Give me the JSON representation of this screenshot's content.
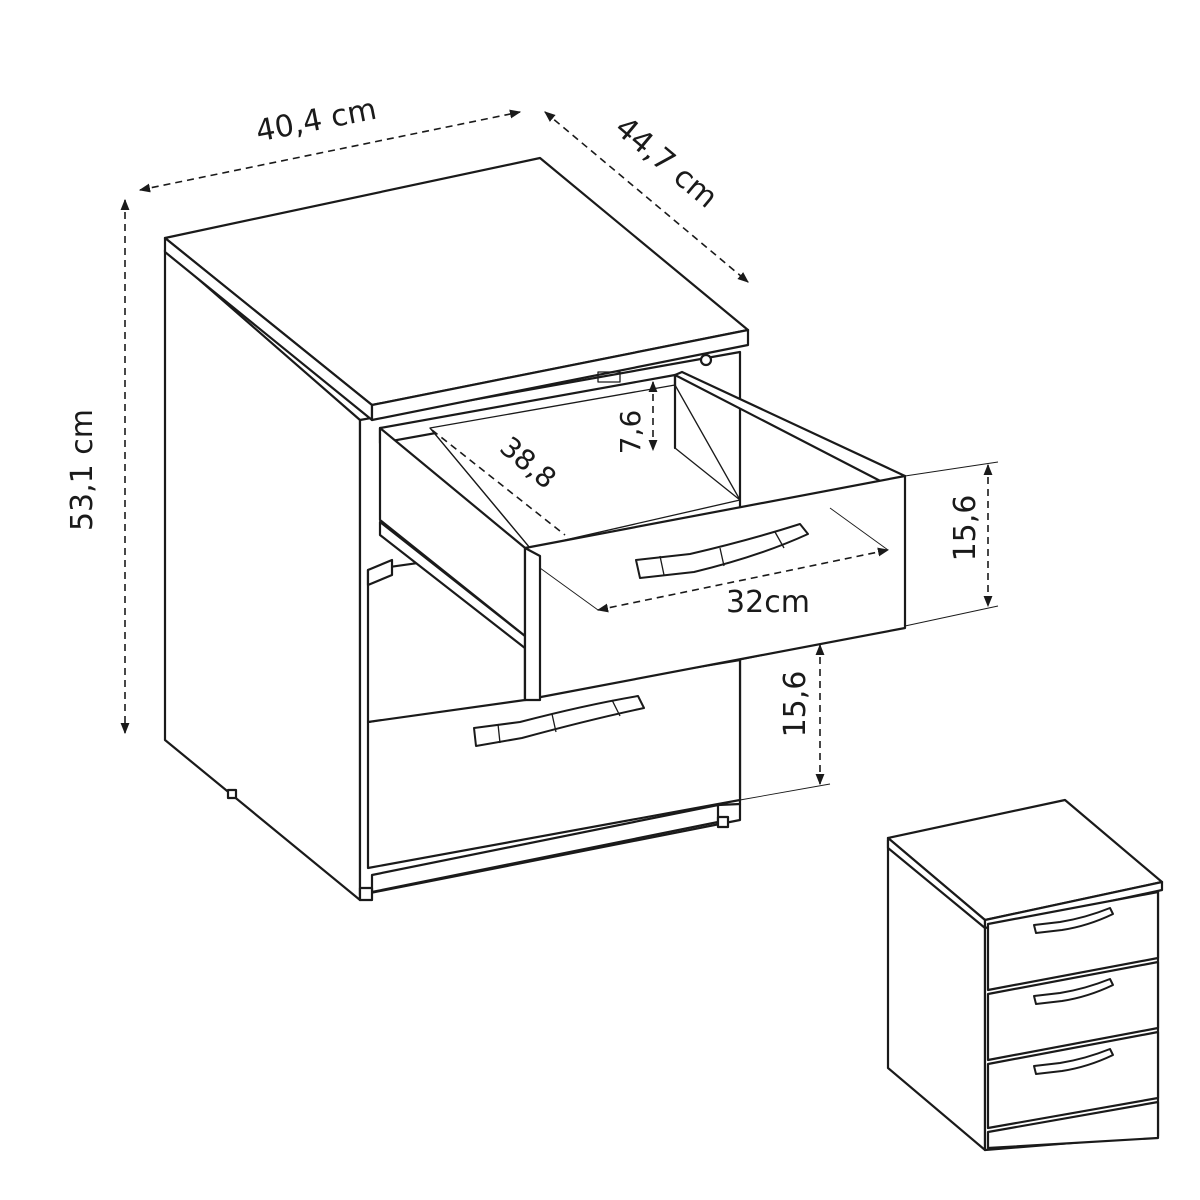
{
  "dimensions": {
    "width": "40,4 cm",
    "depth": "44,7 cm",
    "height": "53,1 cm",
    "drawer_inner_height": "7,6",
    "drawer_inner_depth": "38,8",
    "handle_spacing": "32cm",
    "drawer_front_height": "15,6",
    "drawer_front_height_2": "15,6"
  }
}
